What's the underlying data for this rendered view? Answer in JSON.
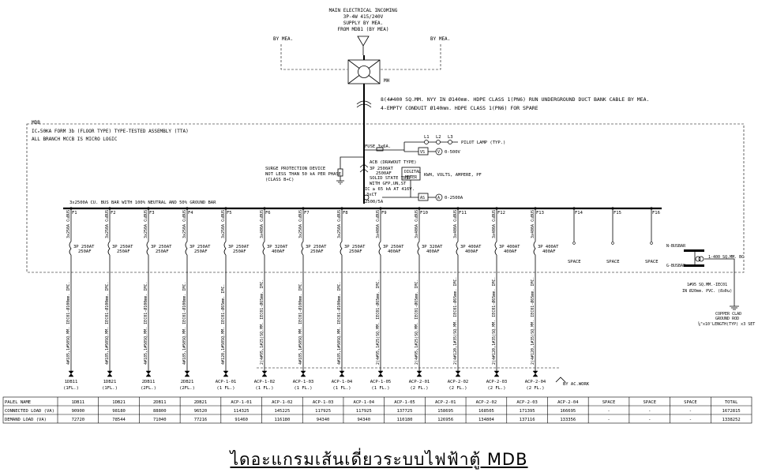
{
  "header": {
    "incoming_lines": [
      "MAIN ELECTRICAL INCOMING",
      "3P-4W 415/240V",
      "SUPPLY BY MEA.",
      "FROM MDB1 (BY MEA)"
    ],
    "by_mea_left": "BY MEA.",
    "by_mea_right": "BY MEA.",
    "meter_label": "MH"
  },
  "cable_notes": [
    "8(4#400 SQ.MM. NYY IN Ø140mm. HDPE CLASS 1(PN6) RUN UNDERGROUND DUCT BANK CABLE BY MEA.",
    "4-EMPTY CONDUIT Ø140mm. HDPE CLASS 1(PN6) FOR SPARE"
  ],
  "mdb": {
    "title": "MDB",
    "spec_lines": [
      "ICₑ50KA FORM 3b (FLOOR TYPE) TYPE-TESTED ASSEMBLY (TTA)",
      "ALL BRANCH MCCB IS MICRO LOGIC"
    ],
    "fuse": "FUSE 3x6A.",
    "pilot": {
      "phases": [
        "L1",
        "L2",
        "L3"
      ],
      "label": "PILOT LAMP (TYP.)"
    },
    "vs": "VS",
    "voltmeter": "V",
    "volt_range": "0-500V",
    "surge_lines": [
      "SURGE PROTECTION DEVICE",
      "NOT LESS THAN 50 kA PER PHASE",
      "(CLASS B+C)"
    ],
    "acb_lines": [
      "ACB (DRAWOUT TYPE)",
      "3P 2500AT",
      "2500AF",
      "SOLID STATE TRIP",
      "WITH GFP,UN,ST",
      "IC ≥ 65 kA AT 416V."
    ],
    "digital_meter": [
      "DIGITAL",
      "METER"
    ],
    "meter_note": "KWH, VOLTS, AMPERE, PF",
    "ct_lines": [
      "3xCT",
      "2500/5A"
    ],
    "as": "AS",
    "ammeter": "A",
    "amp_range": "0-2500A",
    "busbar": "3x2500A CU. BUS BAR WITH 100% NEUTRAL AND 50% GROUND BAR"
  },
  "feeders": [
    {
      "id": "F1",
      "bus": "3x250A CuBUS",
      "breaker": [
        "3P 250AT",
        "250AF"
      ],
      "cable": "4#185,1#50SQ.MM. IEC01-Ø100mm. IMC.",
      "load": "1DB11",
      "floor": "(1FL.)"
    },
    {
      "id": "F2",
      "bus": "3x250A CuBUS",
      "breaker": [
        "3P 250AT",
        "250AF"
      ],
      "cable": "4#185,1#50SQ.MM. IEC01-Ø100mm. IMC.",
      "load": "1DB21",
      "floor": "(1FL.)"
    },
    {
      "id": "F3",
      "bus": "3x250A CuBUS",
      "breaker": [
        "3P 250AT",
        "250AF"
      ],
      "cable": "4#185,1#50SQ.MM. IEC01-Ø100mm. IMC.",
      "load": "2DB11",
      "floor": "(2FL.)"
    },
    {
      "id": "F4",
      "bus": "3x250A CuBUS",
      "breaker": [
        "3P 250AT",
        "250AF"
      ],
      "cable": "4#185,1#50SQ.MM. IEC01-Ø100mm. IMC.",
      "load": "2DB21",
      "floor": "(2FL.)"
    },
    {
      "id": "F5",
      "bus": "3x250A CuBUS",
      "breaker": [
        "3P 250AT",
        "250AF"
      ],
      "cable": "4#120,1#50SQ.MM. IEC01-Ø65mm. IMC.",
      "load": "ACP-1-01",
      "floor": "(1 FL.)"
    },
    {
      "id": "F6",
      "bus": "3x400A CuBUS",
      "breaker": [
        "3P 320AT",
        "400AF"
      ],
      "cable": "2(4#95,1#25)SQ.MM. IEC01-Ø65mm. IMC.",
      "load": "ACP-1-02",
      "floor": "(1 FL.)"
    },
    {
      "id": "F7",
      "bus": "3x250A CuBUS",
      "breaker": [
        "3P 250AT",
        "250AF"
      ],
      "cable": "4#185,1#50SQ.MM. IEC01-Ø100mm. IMC.",
      "load": "ACP-1-03",
      "floor": "(1 FL.)"
    },
    {
      "id": "F8",
      "bus": "3x250A CuBUS",
      "breaker": [
        "3P 250AT",
        "250AF"
      ],
      "cable": "4#185,1#50SQ.MM. IEC01-Ø100mm. IMC.",
      "load": "ACP-1-04",
      "floor": "(1 FL.)"
    },
    {
      "id": "F9",
      "bus": "3x400A CuBUS",
      "breaker": [
        "3P 250AT",
        "400AF"
      ],
      "cable": "2(4#95,1#25)SQ.MM. IEC01-Ø65mm. IMC.",
      "load": "ACP-1-05",
      "floor": "(1 FL.)"
    },
    {
      "id": "F10",
      "bus": "3x400A CuBUS",
      "breaker": [
        "3P 320AT",
        "400AF"
      ],
      "cable": "2(4#95,1#25)SQ.MM. IEC01-Ø65mm. IMC.",
      "load": "ACP-2-01",
      "floor": "(2 FL.)"
    },
    {
      "id": "F11",
      "bus": "3x400A CuBUS",
      "breaker": [
        "3P 400AT",
        "400AF"
      ],
      "cable": "2(4#120,1#35)SQ.MM. IEC01-Ø65mm. IMC.",
      "load": "ACP-2-02",
      "floor": "(2 FL.)"
    },
    {
      "id": "F12",
      "bus": "3x400A CuBUS",
      "breaker": [
        "3P 400AT",
        "400AF"
      ],
      "cable": "2(4#120,1#35)SQ.MM. IEC01-Ø65mm. IMC.",
      "load": "ACP-2-03",
      "floor": "(2 FL.)"
    },
    {
      "id": "F13",
      "bus": "3x400A CuBUS",
      "breaker": [
        "3P 400AT",
        "400AF"
      ],
      "cable": "2(4#120,1#35)SQ.MM. IEC01-Ø65mm. IMC.",
      "load": "ACP-2-04",
      "floor": "(2 FL.)"
    },
    {
      "id": "F14",
      "space": "SPACE"
    },
    {
      "id": "F15",
      "space": "SPACE"
    },
    {
      "id": "F16",
      "space": "SPACE"
    }
  ],
  "by_ac_work": "BY AC.WORK",
  "grounding": {
    "n_busbar": "N-BUSBAR",
    "g_busbar": "G-BUSBAR",
    "ct_label": "1-400 SQ.MM. BC",
    "cable_lines": [
      "1#95 SQ.MM.-IEC01",
      "IN Ø20mm. PVC. (ฝังดิน)"
    ],
    "rod_lines": [
      "COPPER CLAD",
      "GROUND ROD",
      "⅝\"x10'LENGTH(TYP) x3 SET"
    ]
  },
  "table": {
    "row_labels": [
      "PALEL NAME",
      "CONNECTED LOAD (VA)",
      "DEMAND LOAD (VA)"
    ],
    "names": [
      "1DB11",
      "1DB21",
      "2DB11",
      "2DB21",
      "ACP-1-01",
      "ACP-1-02",
      "ACP-1-03",
      "ACP-1-04",
      "ACP-1-05",
      "ACP-2-01",
      "ACP-2-02",
      "ACP-2-03",
      "ACP-2-04",
      "SPACE",
      "SPACE",
      "SPACE",
      "TOTAL"
    ],
    "connected": [
      "90900",
      "98180",
      "88800",
      "96520",
      "114325",
      "145225",
      "117925",
      "117925",
      "137725",
      "158695",
      "168505",
      "171395",
      "166695",
      "-",
      "-",
      "-",
      "1672815"
    ],
    "demand": [
      "72720",
      "78544",
      "71040",
      "77216",
      "91460",
      "116180",
      "94340",
      "94340",
      "110180",
      "126956",
      "134804",
      "137116",
      "133356",
      "-",
      "-",
      "-",
      "1338252"
    ]
  },
  "caption": "ไดอะแกรมเส้นเดี่ยวระบบไฟฟ้าตู้ MDB"
}
